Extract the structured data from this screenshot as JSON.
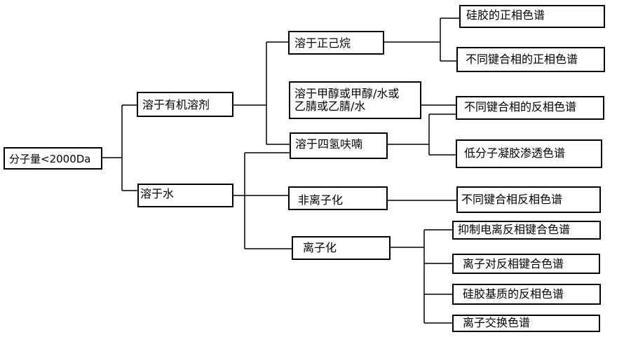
{
  "colors": {
    "line": "#000000",
    "box_border": "#000000",
    "background": "#ffffff"
  },
  "diagram": {
    "root": "分子量<2000Da",
    "organic": "溶于有机溶剂",
    "water": "溶于水",
    "hexane": "溶于正己烷",
    "methanol_line1": "溶于甲醇或甲醇/水或",
    "methanol_line2": "乙腈或乙腈/水",
    "thf": "溶于四氢呋喃",
    "nonionic": "非离子化",
    "ionic": "离子化",
    "silica_normal": "硅胶的正相色谱",
    "bonded_normal": "不同键合相的正相色谱",
    "bonded_reversed": "不同键合相的反相色谱",
    "gpc": "低分子凝胶渗透色谱",
    "bonded_reversed_2": "不同键合相反相色谱",
    "ion_suppression": "抑制电离反相键合色谱",
    "ion_pair": "离子对反相键合色谱",
    "silica_matrix": "硅胶基质的反相色谱",
    "ion_exchange": "离子交换色谱"
  }
}
